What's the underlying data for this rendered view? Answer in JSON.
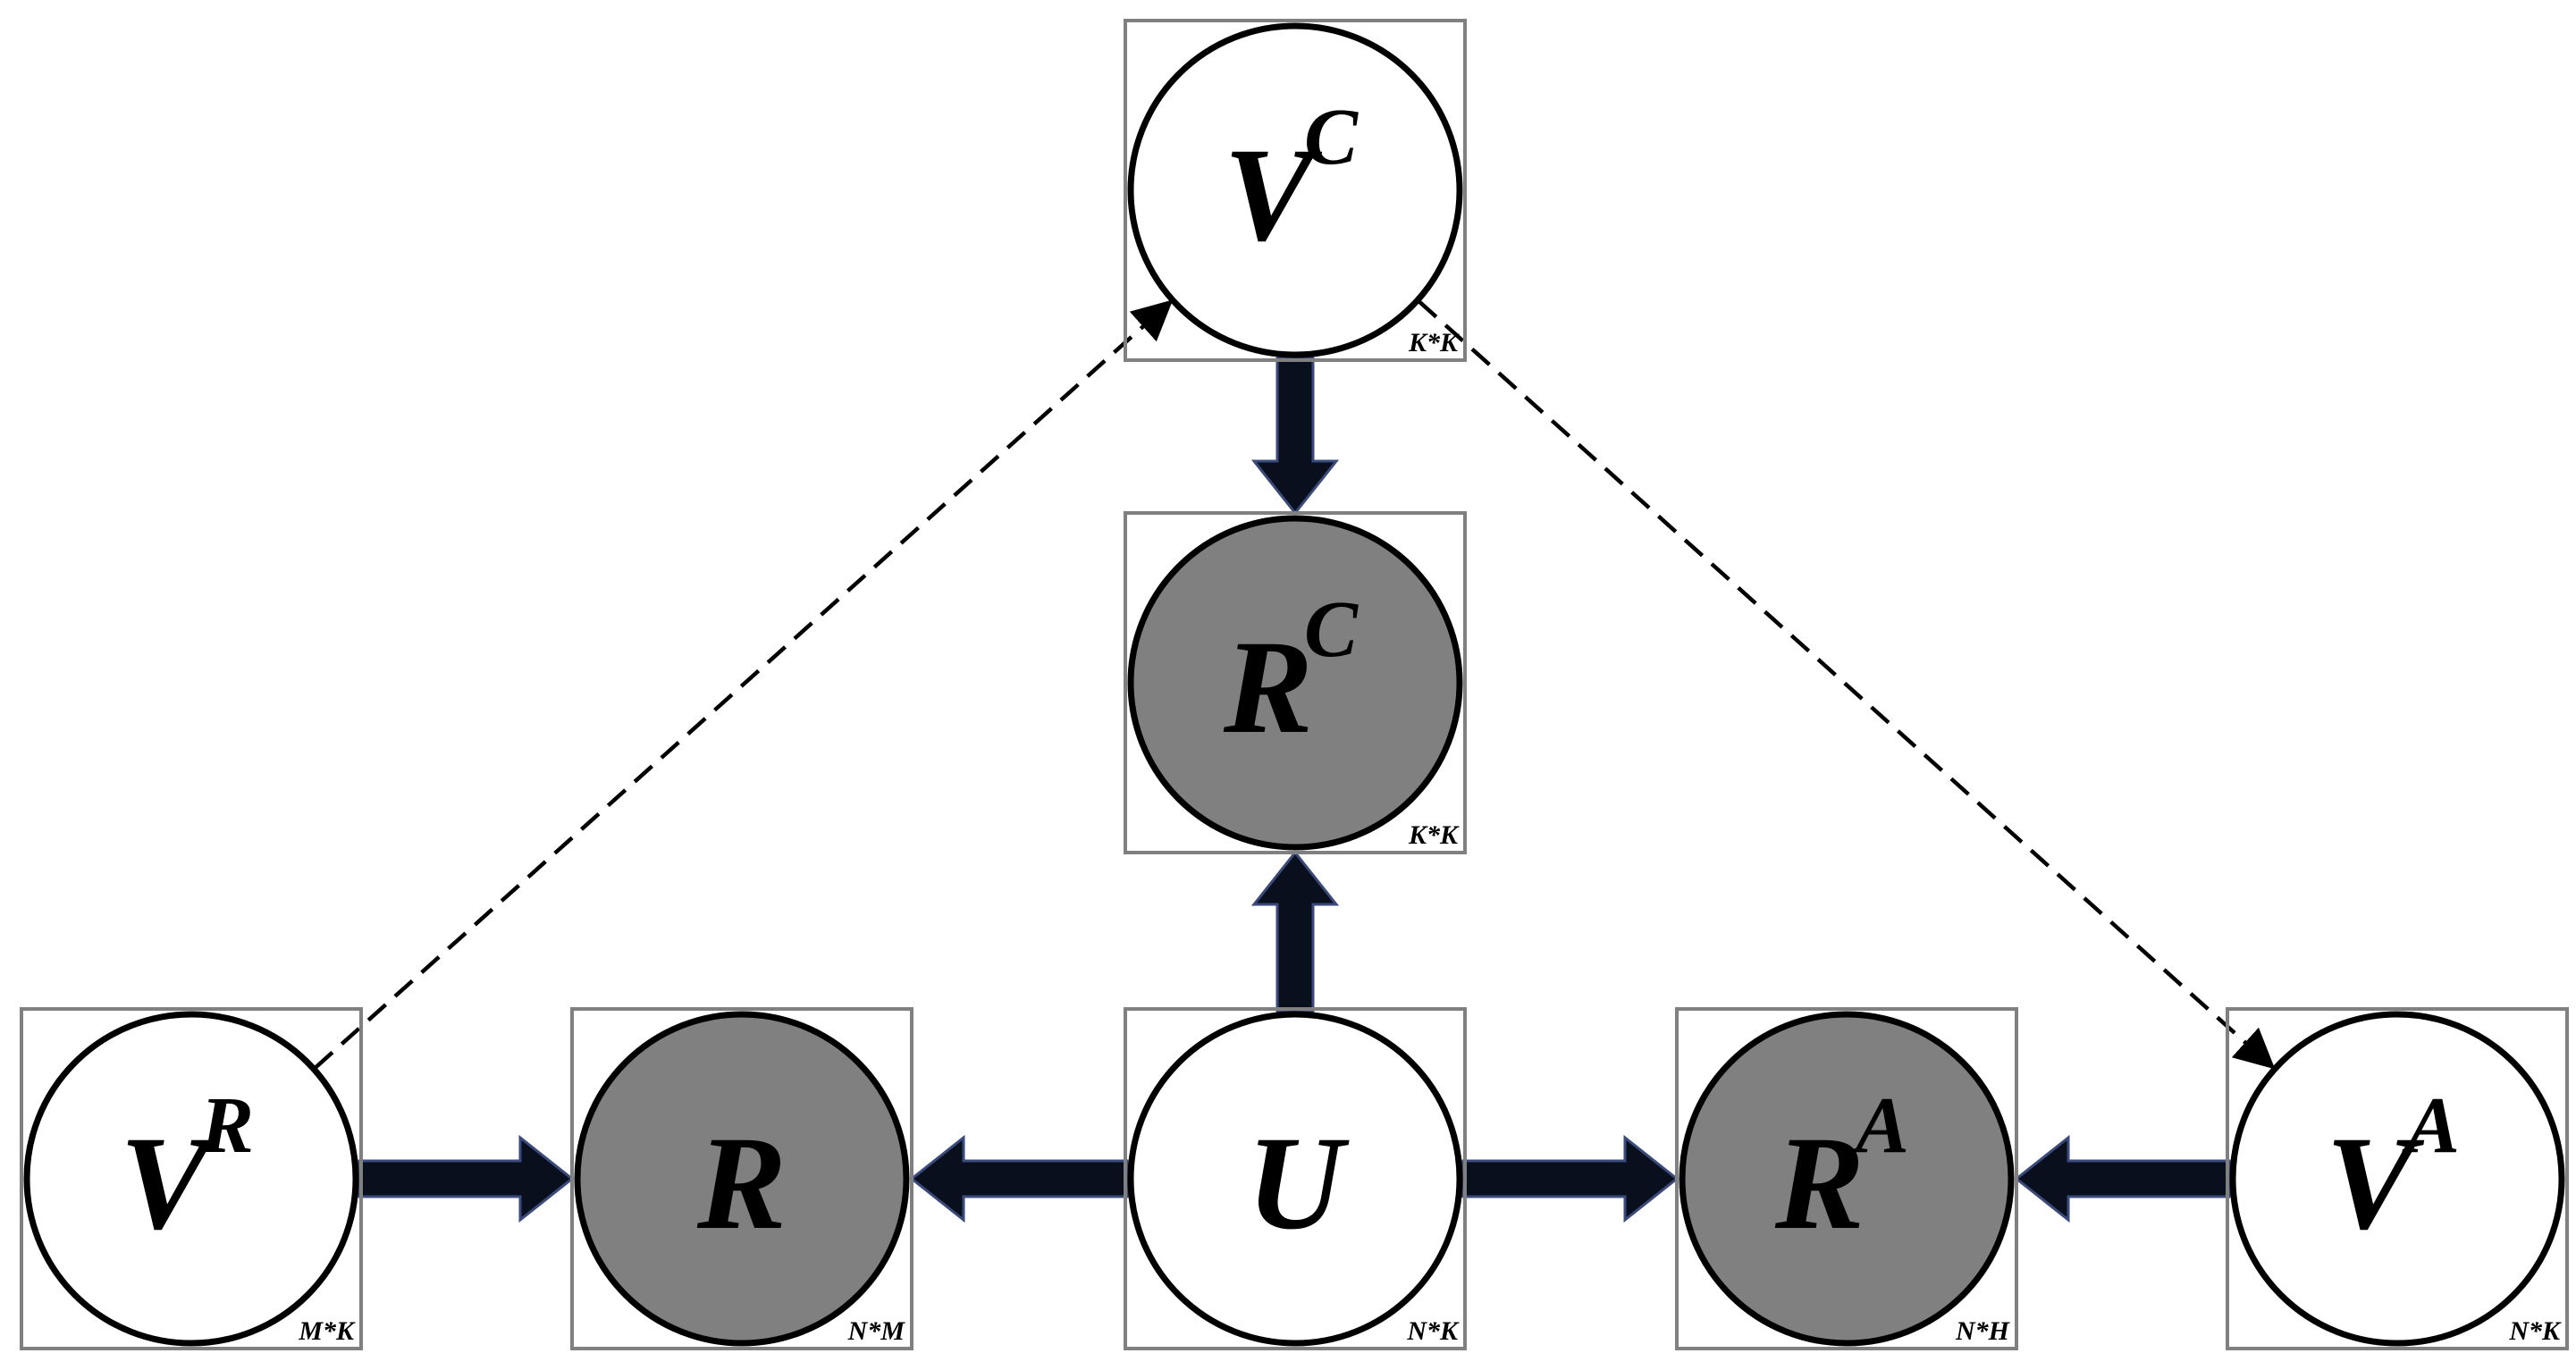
{
  "diagram": {
    "colors": {
      "background": "#ffffff",
      "observed_fill": "#808080",
      "latent_fill": "#ffffff",
      "stroke": "#000000",
      "box_stroke": "#808080",
      "arrow_fill": "#0a0f1e",
      "arrow_edge": "#3a4a7a"
    },
    "nodes": [
      {
        "id": "VC",
        "base": "V",
        "sup": "C",
        "dim": "K*K",
        "observed": false
      },
      {
        "id": "RC",
        "base": "R",
        "sup": "C",
        "dim": "K*K",
        "observed": true
      },
      {
        "id": "VR",
        "base": "V",
        "sup": "R",
        "dim": "M*K",
        "observed": false
      },
      {
        "id": "R",
        "base": "R",
        "sup": "",
        "dim": "N*M",
        "observed": true
      },
      {
        "id": "U",
        "base": "U",
        "sup": "",
        "dim": "N*K",
        "observed": false
      },
      {
        "id": "RA",
        "base": "R",
        "sup": "A",
        "dim": "N*H",
        "observed": true
      },
      {
        "id": "VA",
        "base": "V",
        "sup": "A",
        "dim": "N*K",
        "observed": false
      }
    ],
    "edges": [
      {
        "from": "VC",
        "to": "RC",
        "style": "solid"
      },
      {
        "from": "U",
        "to": "RC",
        "style": "solid"
      },
      {
        "from": "VR",
        "to": "R",
        "style": "solid"
      },
      {
        "from": "U",
        "to": "R",
        "style": "solid"
      },
      {
        "from": "U",
        "to": "RA",
        "style": "solid"
      },
      {
        "from": "VA",
        "to": "RA",
        "style": "solid"
      },
      {
        "from": "VR",
        "to": "VC",
        "style": "dashed"
      },
      {
        "from": "VC",
        "to": "VA",
        "style": "dashed"
      }
    ]
  }
}
